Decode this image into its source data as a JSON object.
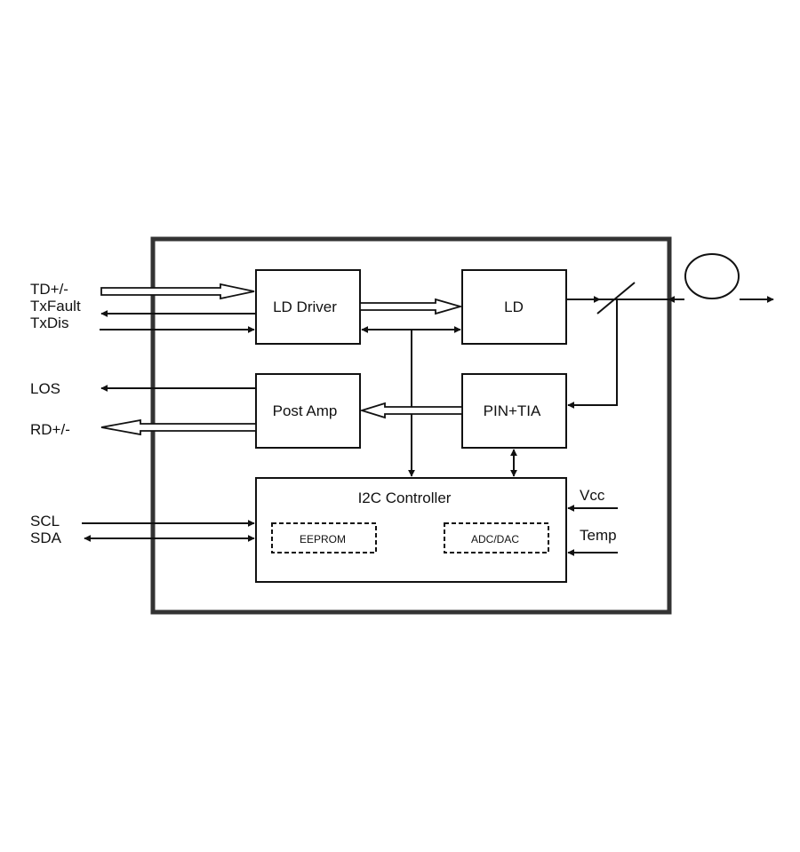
{
  "colors": {
    "line": "#111111",
    "frame": "#333333",
    "background": "#ffffff"
  },
  "signals": {
    "td": "TD+/-",
    "txfault": "TxFault",
    "txdis": "TxDis",
    "los": "LOS",
    "rd": "RD+/-",
    "scl": "SCL",
    "sda": "SDA",
    "vcc": "Vcc",
    "temp": "Temp"
  },
  "blocks": {
    "ld_driver": "LD Driver",
    "ld": "LD",
    "post_amp": "Post Amp",
    "pin_tia": "PIN+TIA",
    "i2c_controller": "I2C Controller",
    "eeprom": "EEPROM",
    "adc_dac": "ADC/DAC"
  }
}
